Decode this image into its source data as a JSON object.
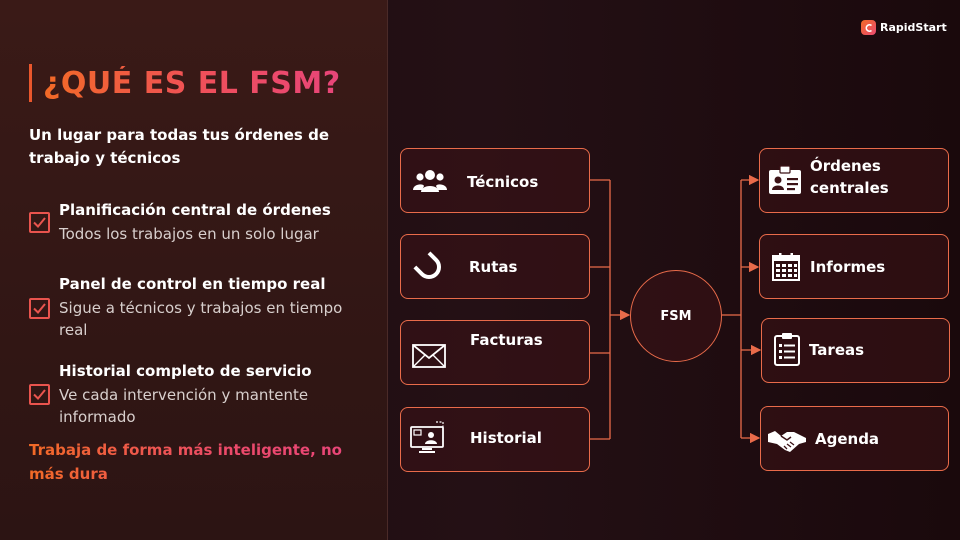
{
  "brand": {
    "name": "RapidStart"
  },
  "title": "¿QUÉ ES EL FSM?",
  "subtitle": "Un lugar para todas tus órdenes de trabajo y técnicos",
  "features": [
    {
      "title": "Planificación central de órdenes",
      "description": "Todos los trabajos en un solo lugar"
    },
    {
      "title": "Panel de control en tiempo real",
      "description": "Sigue a técnicos y trabajos en tiempo real"
    },
    {
      "title": "Historial completo de servicio",
      "description": "Ve cada intervención y mantente informado"
    }
  ],
  "tagline": "Trabaja de forma más inteligente, no más dura",
  "diagram": {
    "hub": "FSM",
    "inputs": [
      {
        "label": "Técnicos",
        "icon": "users-icon"
      },
      {
        "label": "Rutas",
        "icon": "magnet-icon"
      },
      {
        "label": "Facturas",
        "icon": "envelope-icon"
      },
      {
        "label": "Historial",
        "icon": "monitor-user-icon"
      }
    ],
    "outputs": [
      {
        "label": "Órdenes centrales",
        "icon": "id-card-icon"
      },
      {
        "label": "Informes",
        "icon": "calendar-grid-icon"
      },
      {
        "label": "Tareas",
        "icon": "clipboard-list-icon"
      },
      {
        "label": "Agenda",
        "icon": "handshake-icon"
      }
    ]
  },
  "colors": {
    "accent_orange": "#f26a26",
    "accent_pink": "#e8457a",
    "connector": "#e96b4a"
  }
}
